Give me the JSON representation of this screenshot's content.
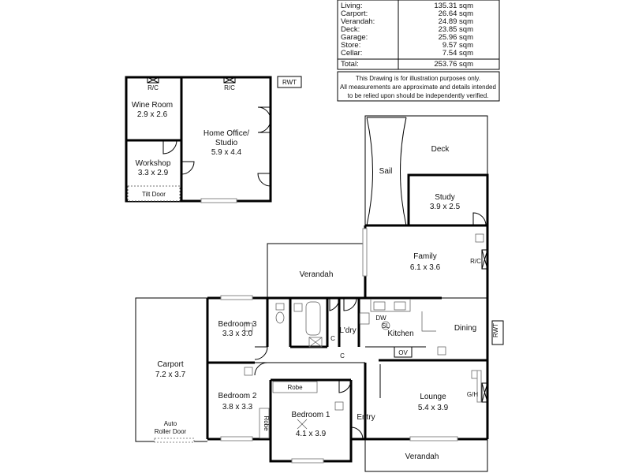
{
  "area_table": {
    "rows": [
      {
        "label": "Living:",
        "value": "135.31 sqm"
      },
      {
        "label": "Carport:",
        "value": "26.64 sqm"
      },
      {
        "label": "Verandah:",
        "value": "24.89 sqm"
      },
      {
        "label": "Deck:",
        "value": "23.85 sqm"
      },
      {
        "label": "Garage:",
        "value": "25.96 sqm"
      },
      {
        "label": "Store:",
        "value": "9.57 sqm"
      },
      {
        "label": "Cellar:",
        "value": "7.54 sqm"
      },
      {
        "label": "Total:",
        "value": "253.76 sqm"
      }
    ],
    "disclaimer": [
      "This Drawing is for illustration purposes only.",
      "All measurements are approximate and details intended",
      "to be relied upon should be independently verified."
    ]
  },
  "outbuilding": {
    "wine_room": {
      "name": "Wine Room",
      "size": "2.9 x 2.6"
    },
    "home_office": {
      "name1": "Home Office/",
      "name2": "Studio",
      "size": "5.9 x 4.4"
    },
    "workshop": {
      "name": "Workshop",
      "size": "3.3 x 2.9"
    },
    "tilt_door": "Tilt Door",
    "rc1": "R/C",
    "rc2": "R/C",
    "rwt": "RWT"
  },
  "house": {
    "deck": "Deck",
    "sail": "Sail",
    "study": {
      "name": "Study",
      "size": "3.9 x 2.5"
    },
    "family": {
      "name": "Family",
      "size": "6.1 x 3.6"
    },
    "rc": "R/C",
    "verandah_top": "Verandah",
    "bedroom3": {
      "name": "Bedroom 3",
      "size": "3.3 x 3.0"
    },
    "laundry": "L'dry",
    "dw": "DW",
    "sl": "SL",
    "kitchen": "Kitchen",
    "dining": "Dining",
    "rwt": "RWT",
    "c1": "C",
    "c2": "C",
    "ov": "OV",
    "carport": {
      "name": "Carport",
      "size": "7.2 x 3.7"
    },
    "bedroom2": {
      "name": "Bedroom 2",
      "size": "3.8 x 3.3"
    },
    "robe1": "Robe",
    "robe2": "Robe",
    "bedroom1": {
      "name": "Bedroom 1",
      "size": "4.1 x 3.9"
    },
    "entry": "Entry",
    "lounge": {
      "name": "Lounge",
      "size": "5.4 x 3.9"
    },
    "gh": "G/H",
    "auto_door1": "Auto",
    "auto_door2": "Roller Door",
    "verandah_bottom": "Verandah"
  }
}
